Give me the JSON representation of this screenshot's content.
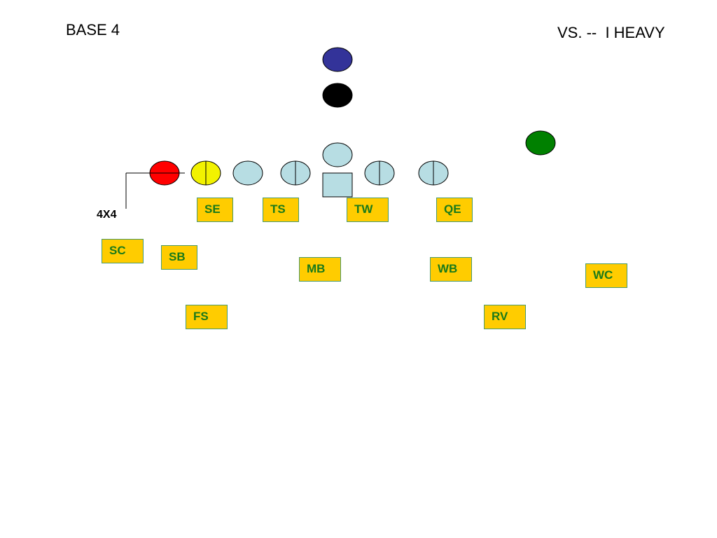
{
  "title": "BASE 4",
  "subtitle": "VS. --  I HEAVY",
  "spacing_label": "4X4",
  "colors": {
    "background": "#ffffff",
    "qb": "#333399",
    "tailback": "#000000",
    "flanker": "#008000",
    "tight_end": "#ff0000",
    "tackle_yellow": "#f2f200",
    "lineman": "#b7dde3",
    "label_fill": "#ffcc00",
    "label_text": "#1a7a1a"
  },
  "defenders": [
    {
      "id": "sc",
      "label": "SC"
    },
    {
      "id": "se",
      "label": "SE"
    },
    {
      "id": "ts",
      "label": "TS"
    },
    {
      "id": "tw",
      "label": "TW"
    },
    {
      "id": "qe",
      "label": "QE"
    },
    {
      "id": "sb",
      "label": "SB"
    },
    {
      "id": "mb",
      "label": "MB"
    },
    {
      "id": "wb",
      "label": "WB"
    },
    {
      "id": "wc",
      "label": "WC"
    },
    {
      "id": "fs",
      "label": "FS"
    },
    {
      "id": "rv",
      "label": "RV"
    }
  ]
}
